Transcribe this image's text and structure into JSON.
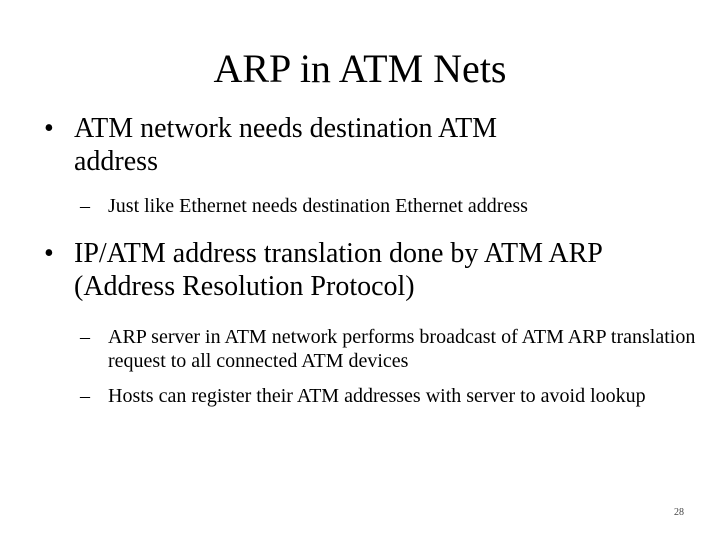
{
  "slide": {
    "title": "ARP in ATM Nets",
    "bullets": [
      {
        "text": "ATM network needs destination ATM address",
        "sub": [
          "Just like Ethernet needs destination Ethernet  address"
        ]
      },
      {
        "text": "IP/ATM address translation done by ATM ARP (Address Resolution Protocol)",
        "sub": [
          "ARP server in ATM network performs broadcast of ATM ARP translation request to all connected ATM devices",
          "Hosts can register their ATM addresses with server to avoid lookup"
        ]
      }
    ],
    "bullet_glyph": "•",
    "sub_glyph": "–",
    "page_number": "28"
  }
}
